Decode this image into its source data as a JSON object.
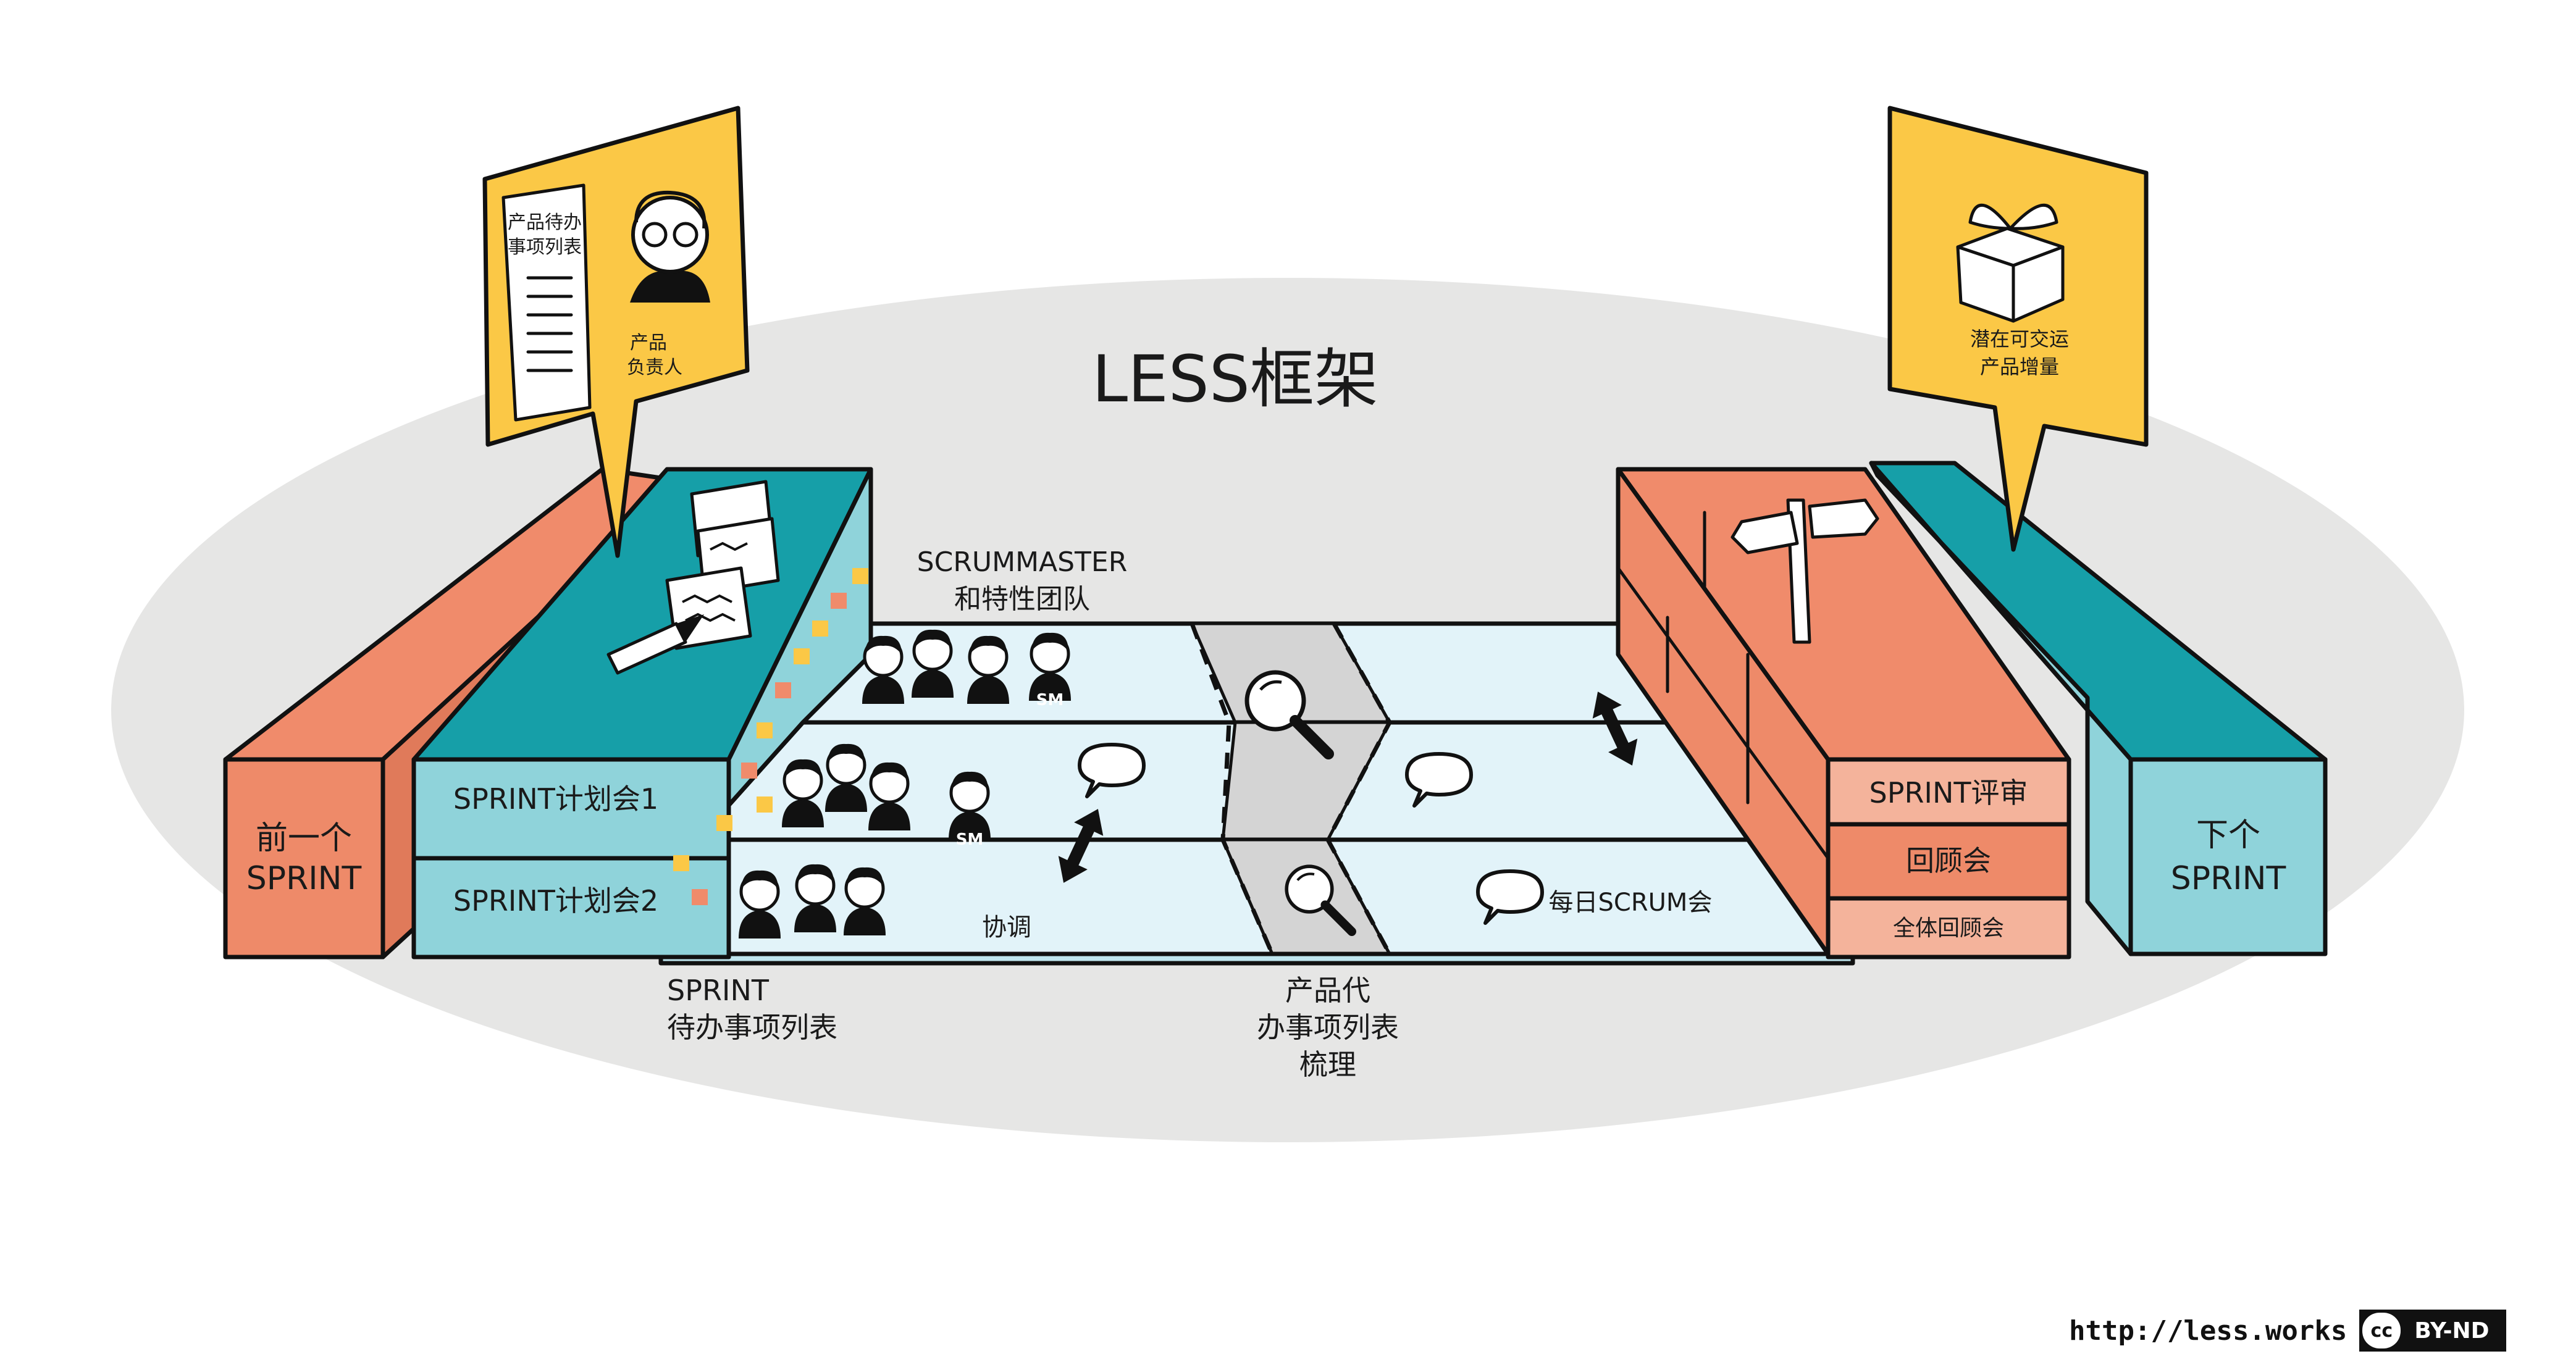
{
  "title": "LESS框架",
  "team_header": {
    "line1": "SCRUMMASTER",
    "line2": "和特性团队"
  },
  "left_sign": {
    "backlog_line1": "产品待办",
    "backlog_line2": "事项列表",
    "role_line1": "产品",
    "role_line2": "负责人"
  },
  "right_sign": {
    "line1": "潜在可交运",
    "line2": "产品增量"
  },
  "prev_sprint": {
    "line1": "前一个",
    "line2": "SPRINT"
  },
  "next_sprint": {
    "line1": "下个",
    "line2": "SPRINT"
  },
  "planning_1": "SPRINT计划会1",
  "planning_2": "SPRINT计划会2",
  "review": "SPRINT评审",
  "retro": "回顾会",
  "overall_retro": "全体回顾会",
  "coordinate": "协调",
  "daily_scrum": "每日SCRUM会",
  "sm_badge": "SM",
  "sprint_backlog": {
    "line1": "SPRINT",
    "line2": "待办事项列表"
  },
  "refinement": {
    "line1": "产品代",
    "line2": "办事项列表",
    "line3": "梳理"
  },
  "footer": {
    "url": "http://less.works",
    "cc_mark": "cc",
    "license": "BY-ND"
  },
  "colors": {
    "coral": "#F18B6B",
    "coral_dark": "#EE8A69",
    "teal": "#169FA8",
    "light_teal": "#8FD3DA",
    "pale_blue": "#E2F3F9",
    "yellow": "#FBC846",
    "ellipse": "#E6E6E5"
  }
}
